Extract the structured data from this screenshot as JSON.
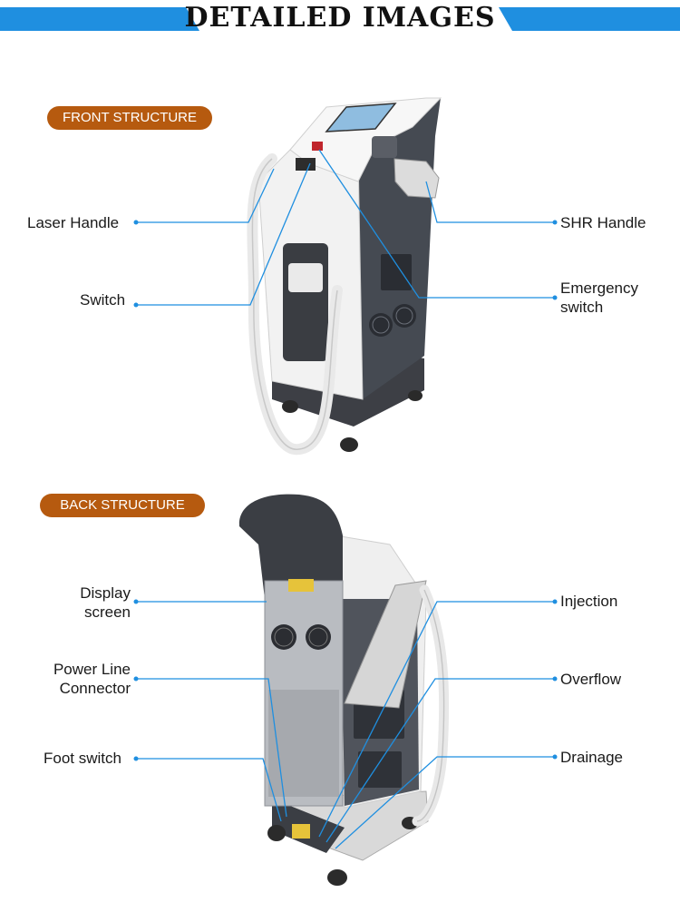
{
  "header": {
    "title": "DETAILED IMAGES"
  },
  "front": {
    "section_label": "FRONT STRUCTURE",
    "labels": {
      "laser_handle": "Laser Handle",
      "switch": "Switch",
      "shr_handle": "SHR Handle",
      "emergency_switch_line1": "Emergency",
      "emergency_switch_line2": "switch"
    }
  },
  "back": {
    "section_label": "BACK STRUCTURE",
    "labels": {
      "display_screen_line1": "Display",
      "display_screen_line2": "screen",
      "power_line_connector_line1": "Power Line",
      "power_line_connector_line2": "Connector",
      "foot_switch": "Foot switch",
      "injection": "Injection",
      "overflow": "Overflow",
      "drainage": "Drainage"
    }
  },
  "colors": {
    "accent_blue": "#1f8fe0",
    "pill_orange": "#b65a0f"
  }
}
